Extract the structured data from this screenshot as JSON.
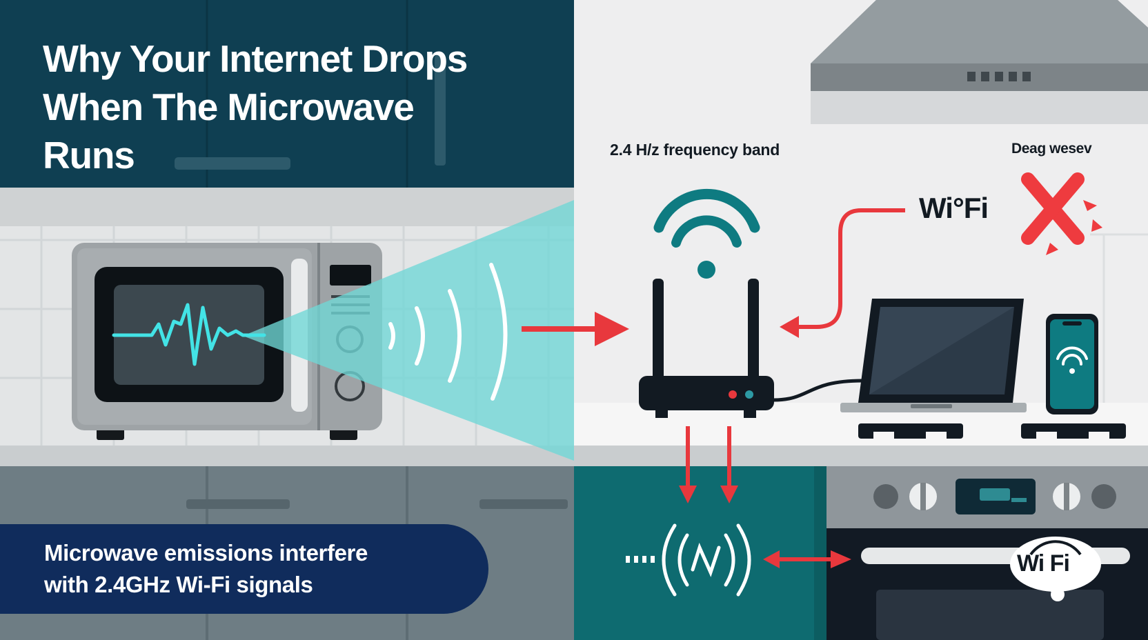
{
  "headline": {
    "lines": [
      "Why Your Internet Drops",
      "When The Microwave",
      "Runs"
    ]
  },
  "caption": {
    "lines": [
      "Microwave emissions interfere",
      "with 2.4GHz Wi-Fi signals"
    ]
  },
  "labels": {
    "frequency_band": "2.4 H/z frequency band",
    "top_right": "Deag wesev",
    "wifi_text": "Wi°Fi",
    "wifi_bubble": "Wi Fi"
  },
  "icons": [
    "microwave-icon",
    "waveform-icon",
    "radio-waves-icon",
    "router-icon",
    "wifi-signal-icon",
    "laptop-icon",
    "smartphone-icon",
    "x-mark-icon",
    "range-hood-icon",
    "stove-icon",
    "interference-signal-icon",
    "wifi-bubble-icon"
  ],
  "colors": {
    "navy": "#0f3f52",
    "teal": "#0e6b70",
    "cyan_beam": "#6fd7d6",
    "alert_red": "#e8383d",
    "caption_bg": "#102c5c",
    "device_dark": "#121a22"
  }
}
